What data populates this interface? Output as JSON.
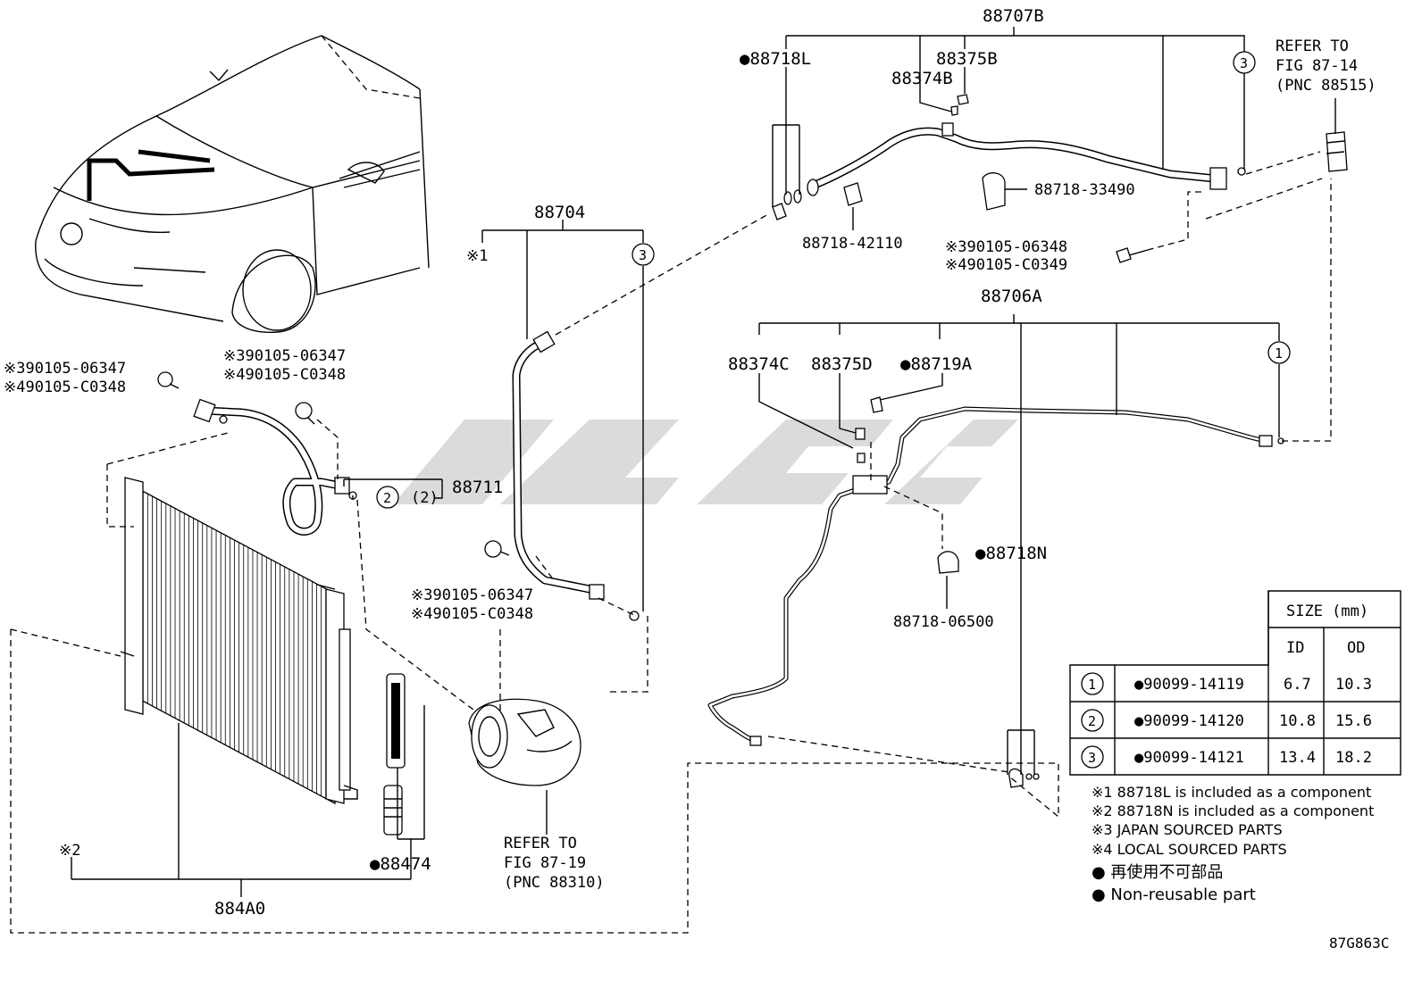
{
  "diagram_code": "87G863C",
  "labels": {
    "p88707B": "88707B",
    "p88718L": "●88718L",
    "p88375B": "88375B",
    "p88374B": "88374B",
    "p88718_33490": "88718-33490",
    "p88718_42110": "88718-42110",
    "refer_87_14_l1": "REFER TO",
    "refer_87_14_l2": "FIG 87-14",
    "refer_87_14_l3": "(PNC 88515)",
    "bolt_tr_a": "※390105-06348",
    "bolt_tr_b": "※490105-C0349",
    "p88704": "88704",
    "star1": "※1",
    "p88706A": "88706A",
    "p88374C": "88374C",
    "p88375D": "88375D",
    "p88719A": "●88719A",
    "p88718N": "●88718N",
    "p88718_06500": "88718-06500",
    "bolt_left_a": "※390105-06347",
    "bolt_left_b": "※490105-C0348",
    "bolt_mid_a": "※390105-06347",
    "bolt_mid_b": "※490105-C0348",
    "bolt_center_a": "※390105-06347",
    "bolt_center_b": "※490105-C0348",
    "p88711": "88711",
    "oring_note": "(2)",
    "star2": "※2",
    "p884A0": "884A0",
    "p88474": "●88474",
    "refer_87_19_l1": "REFER TO",
    "refer_87_19_l2": "FIG 87-19",
    "refer_87_19_l3": "(PNC 88310)",
    "circle1": "1",
    "circle2": "2",
    "circle3": "3"
  },
  "size_table": {
    "title": "SIZE (mm)",
    "col_id": "ID",
    "col_od": "OD",
    "rows": [
      {
        "ref": "1",
        "part": "●90099-14119",
        "id": "6.7",
        "od": "10.3"
      },
      {
        "ref": "2",
        "part": "●90099-14120",
        "id": "10.8",
        "od": "15.6"
      },
      {
        "ref": "3",
        "part": "●90099-14121",
        "id": "13.4",
        "od": "18.2"
      }
    ]
  },
  "notes": {
    "n1": "※1 88718L is included as a component",
    "n2": "※2 88718N is included as a component",
    "n3": "※3 JAPAN SOURCED PARTS",
    "n4": "※4 LOCAL SOURCED PARTS",
    "n5": "● 再使用不可部品",
    "n6": "● Non-reusable part"
  }
}
